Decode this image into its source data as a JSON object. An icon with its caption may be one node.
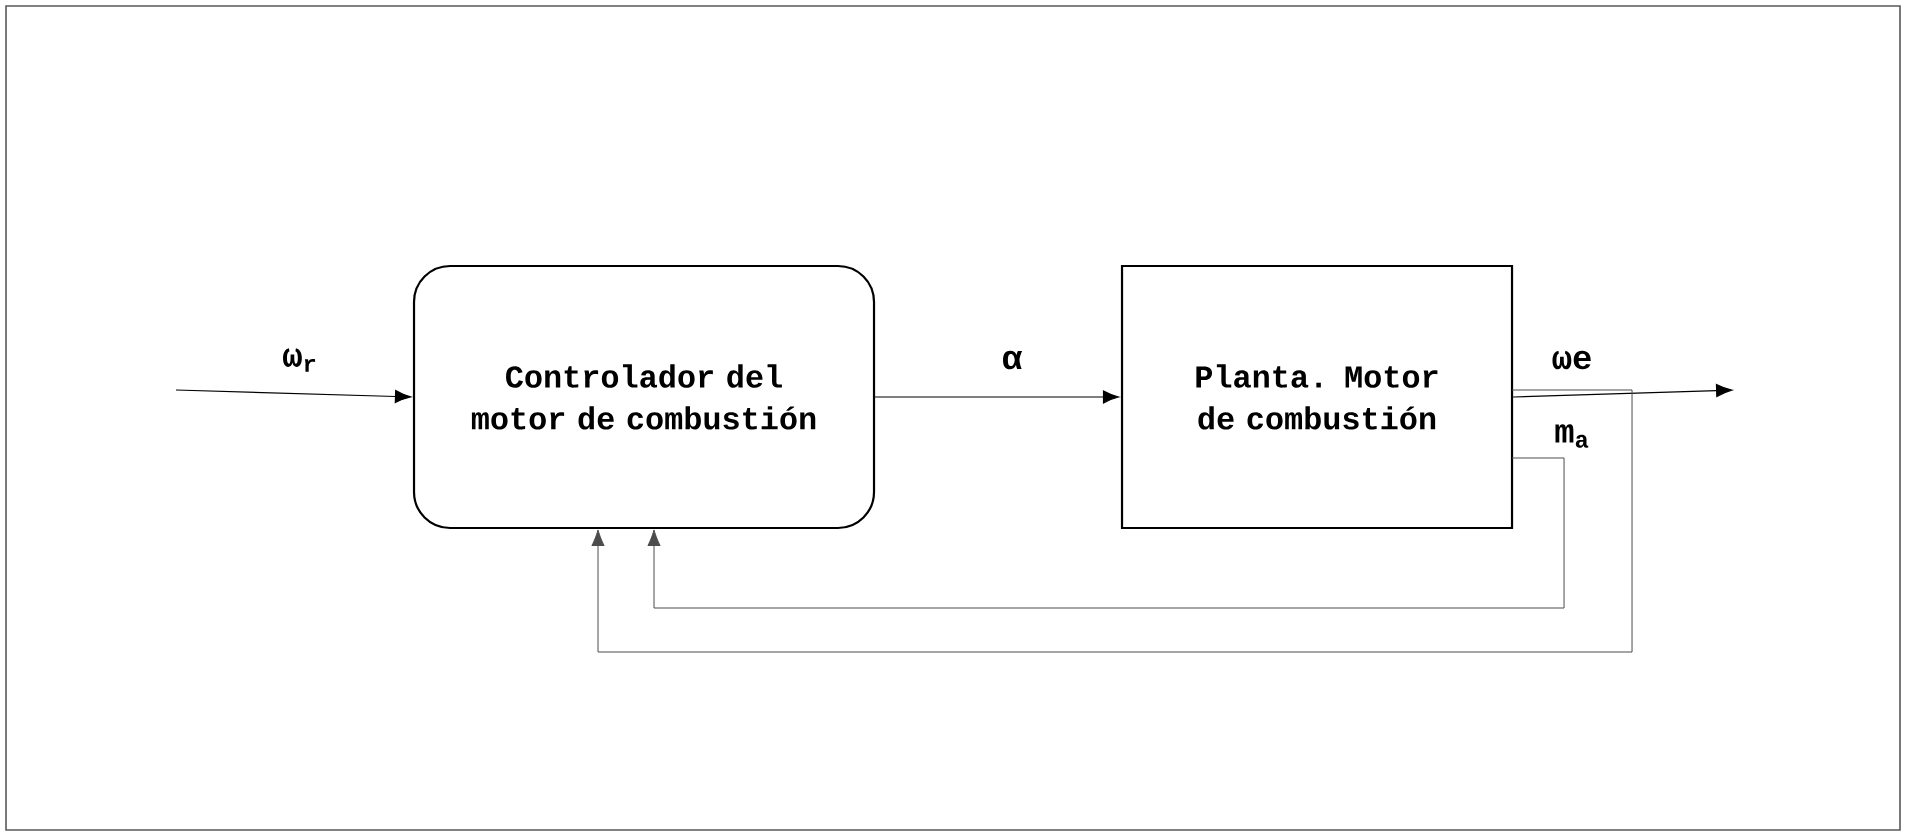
{
  "diagram": {
    "nodes": [
      {
        "text": [
          "Controlador del motor de combustión"
        ]
      },
      {
        "text": [
          "Planta. Motor de combustión"
        ]
      }
    ],
    "edges": [
      {
        "from": null,
        "to": 0,
        "arrow": "to",
        "label": "ω$_{r}$"
      },
      {
        "from": 0,
        "to": 1,
        "arrow": "to",
        "label": "α"
      },
      {
        "from": 1,
        "to": null,
        "arrow": "to",
        "label": "ωe"
      },
      {
        "from": 1,
        "to": 0,
        "arrow": "to"
      },
      {
        "from": 1,
        "to": 0,
        "arrow": "to",
        "label": "m$_{a}$"
      }
    ]
  }
}
